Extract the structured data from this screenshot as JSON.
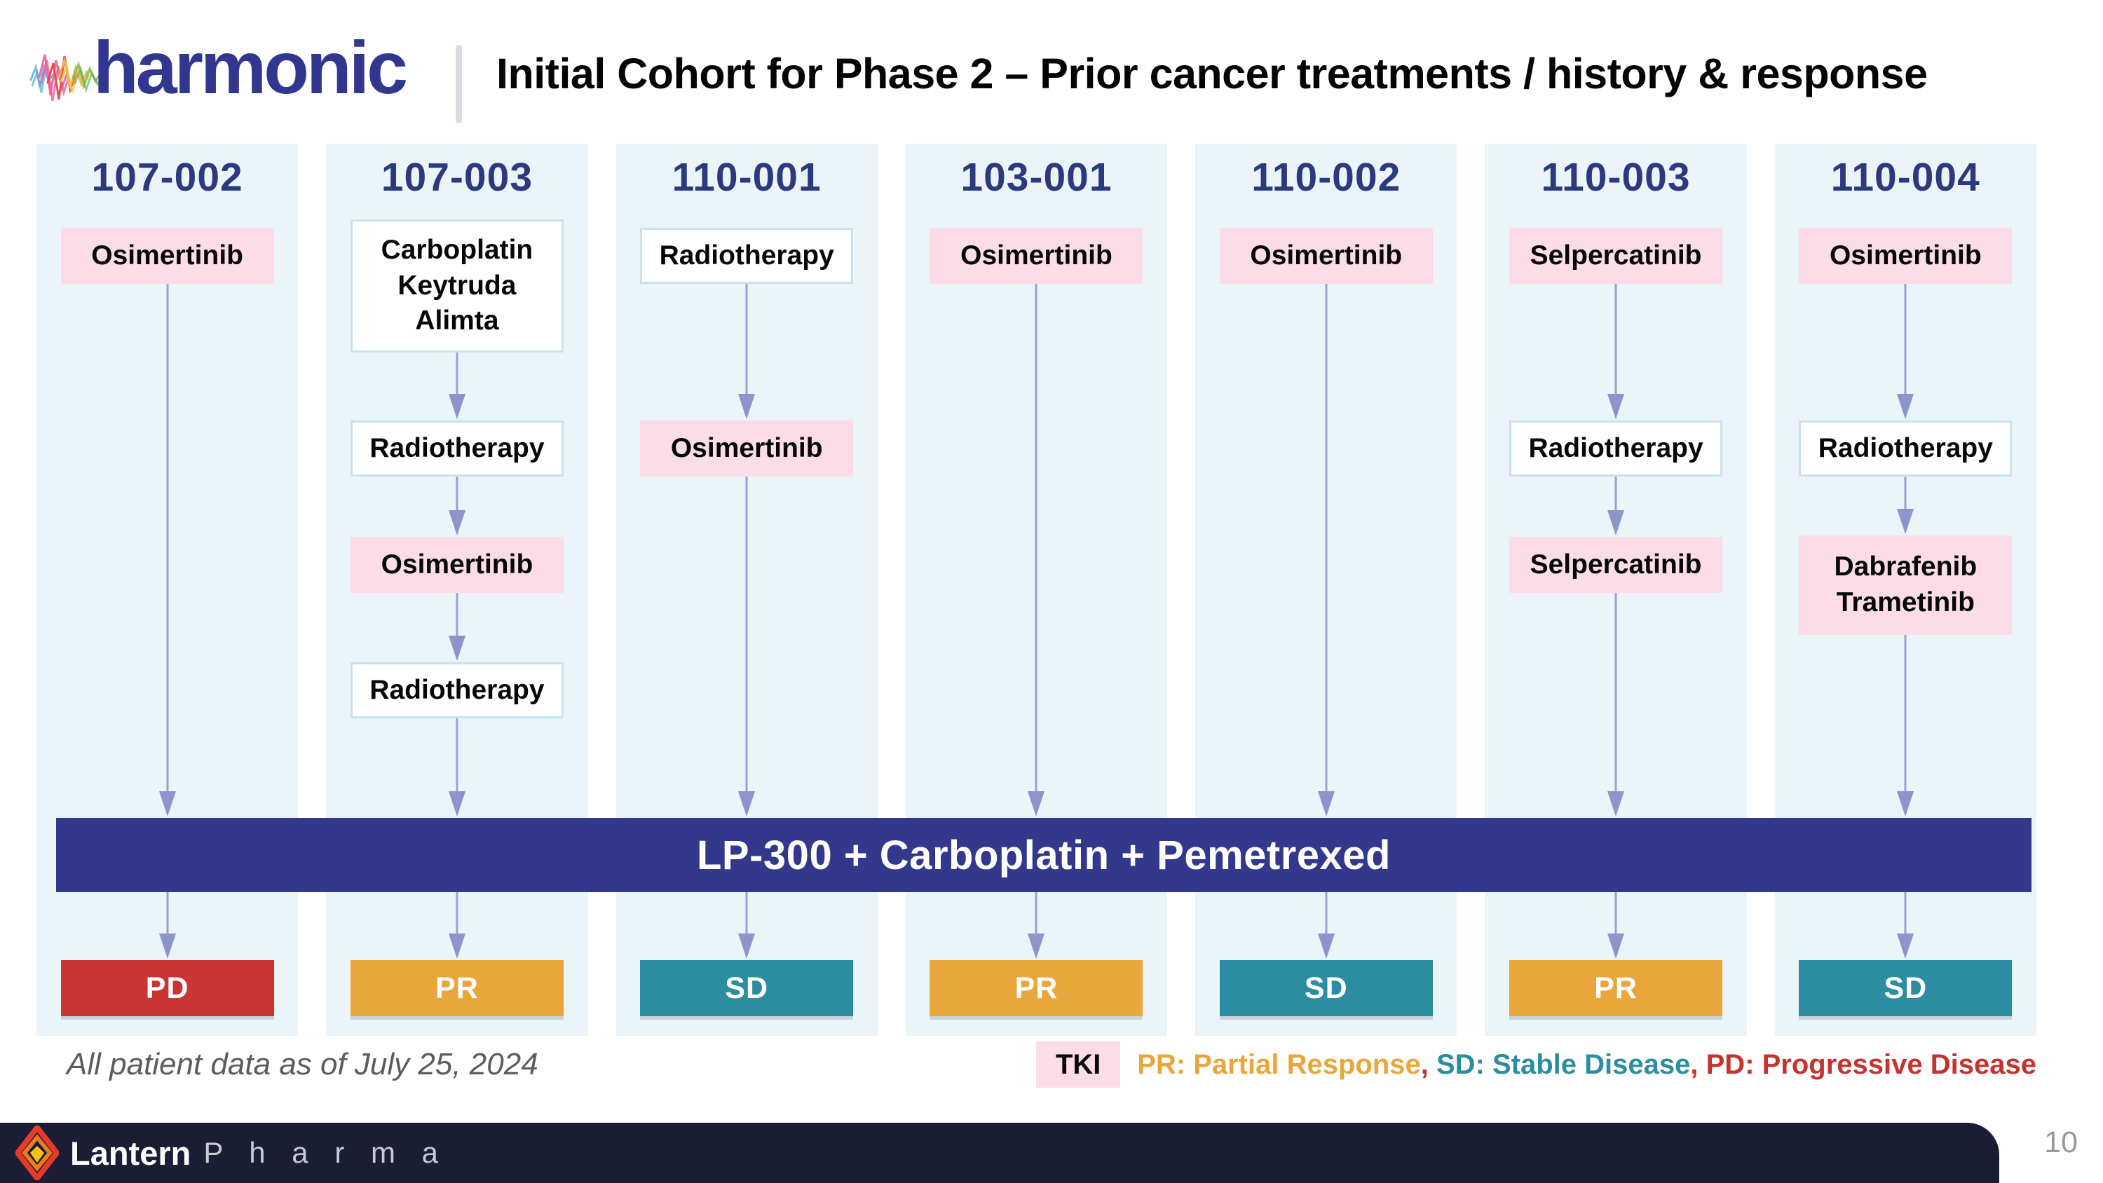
{
  "header": {
    "brand": "harmonic",
    "title": "Initial Cohort for Phase 2 – Prior cancer treatments / history & response"
  },
  "banner": {
    "label": "LP-300 + Carboplatin + Pemetrexed"
  },
  "columns": [
    {
      "id": "107-002",
      "treatments": [
        {
          "label": "Osimertinib",
          "type": "tki",
          "row": 1,
          "lines": 1
        }
      ],
      "result": {
        "label": "PD",
        "type": "PD"
      }
    },
    {
      "id": "107-003",
      "treatments": [
        {
          "label": "Carboplatin\nKeytruda\nAlimta",
          "type": "plain",
          "row": 1,
          "lines": 3
        },
        {
          "label": "Radiotherapy",
          "type": "plain",
          "row": 2,
          "lines": 1
        },
        {
          "label": "Osimertinib",
          "type": "tki",
          "row": 3,
          "lines": 1
        },
        {
          "label": "Radiotherapy",
          "type": "plain",
          "row": 4,
          "lines": 1
        }
      ],
      "result": {
        "label": "PR",
        "type": "PR"
      }
    },
    {
      "id": "110-001",
      "treatments": [
        {
          "label": "Radiotherapy",
          "type": "plain",
          "row": 1,
          "lines": 1
        },
        {
          "label": "Osimertinib",
          "type": "tki",
          "row": 2,
          "lines": 1
        }
      ],
      "result": {
        "label": "SD",
        "type": "SD"
      }
    },
    {
      "id": "103-001",
      "treatments": [
        {
          "label": "Osimertinib",
          "type": "tki",
          "row": 1,
          "lines": 1
        }
      ],
      "result": {
        "label": "PR",
        "type": "PR"
      }
    },
    {
      "id": "110-002",
      "treatments": [
        {
          "label": "Osimertinib",
          "type": "tki",
          "row": 1,
          "lines": 1
        }
      ],
      "result": {
        "label": "SD",
        "type": "SD"
      }
    },
    {
      "id": "110-003",
      "treatments": [
        {
          "label": "Selpercatinib",
          "type": "tki",
          "row": 1,
          "lines": 1
        },
        {
          "label": "Radiotherapy",
          "type": "plain",
          "row": 2,
          "lines": 1
        },
        {
          "label": "Selpercatinib",
          "type": "tki",
          "row": 3,
          "lines": 1
        }
      ],
      "result": {
        "label": "PR",
        "type": "PR"
      }
    },
    {
      "id": "110-004",
      "treatments": [
        {
          "label": "Osimertinib",
          "type": "tki",
          "row": 1,
          "lines": 1
        },
        {
          "label": "Radiotherapy",
          "type": "plain",
          "row": 2,
          "lines": 1
        },
        {
          "label": "Dabrafenib\nTrametinib",
          "type": "tki",
          "row": 3,
          "lines": 2
        }
      ],
      "result": {
        "label": "SD",
        "type": "SD"
      }
    }
  ],
  "footnote": "All patient data as of July 25, 2024",
  "legend": {
    "tki_label": "TKI",
    "segments": [
      {
        "text": "PR: Partial Response",
        "color": "#E9A63B"
      },
      {
        "text": ", ",
        "color": "#C5332E"
      },
      {
        "text": "SD: Stable Disease",
        "color": "#2D8DA0"
      },
      {
        "text": ", ",
        "color": "#C5332E"
      },
      {
        "text": "PD: Progressive Disease",
        "color": "#C5332E"
      }
    ]
  },
  "footer": {
    "brand_primary": "Lantern",
    "brand_secondary": "P h a r m a",
    "page": "10"
  },
  "colors": {
    "result": {
      "PD": "#CB3531",
      "PR": "#E9A63B",
      "SD": "#2D8DA0"
    },
    "tki_fill": "#FBDCE7",
    "banner_fill": "#32398D",
    "column_fill": "#EAF4F9",
    "arrow": "#9AA0D3"
  }
}
